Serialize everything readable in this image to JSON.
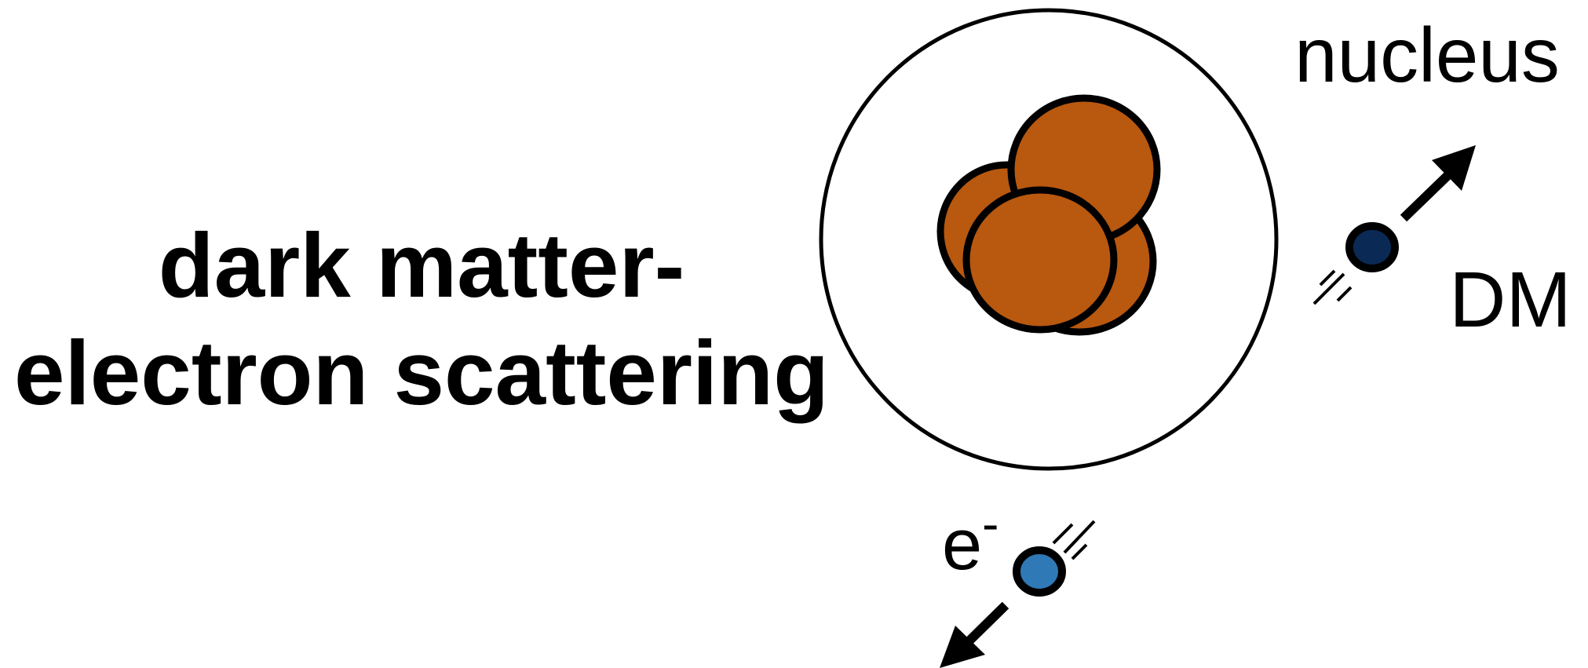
{
  "title": {
    "line1": "dark matter-",
    "line2": "electron scattering"
  },
  "labels": {
    "nucleus": "nucleus",
    "dm": "DM",
    "electron": "e",
    "electron_charge": "-"
  },
  "colors": {
    "nucleon": "#b9580f",
    "dm_particle": "#0a2a55",
    "electron": "#2f79b6",
    "outline": "#000000",
    "background": "#ffffff"
  }
}
